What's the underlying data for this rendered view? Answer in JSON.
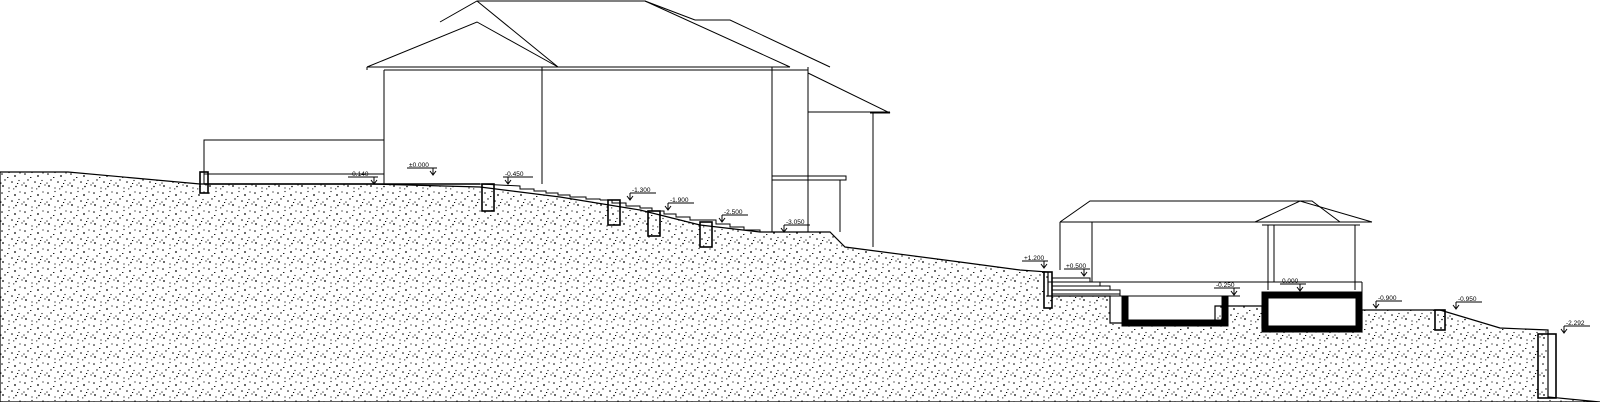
{
  "drawing": {
    "type": "site-section",
    "ink_color": "#000000",
    "background": "#ffffff"
  },
  "levels": [
    {
      "id": "l1",
      "text": "-0.140"
    },
    {
      "id": "l2",
      "text": "±0.000"
    },
    {
      "id": "l3",
      "text": "-0.450"
    },
    {
      "id": "l4",
      "text": "-1.300"
    },
    {
      "id": "l5",
      "text": "-1.900"
    },
    {
      "id": "l6",
      "text": "-2.500"
    },
    {
      "id": "l7",
      "text": "-3.050"
    },
    {
      "id": "l8",
      "text": "+1.200"
    },
    {
      "id": "l9",
      "text": "+0.500"
    },
    {
      "id": "l10",
      "text": "-0.250"
    },
    {
      "id": "l11",
      "text": "0.000"
    },
    {
      "id": "l12",
      "text": "-0.900"
    },
    {
      "id": "l13",
      "text": "-0.950"
    },
    {
      "id": "l14",
      "text": "-2.292"
    }
  ]
}
